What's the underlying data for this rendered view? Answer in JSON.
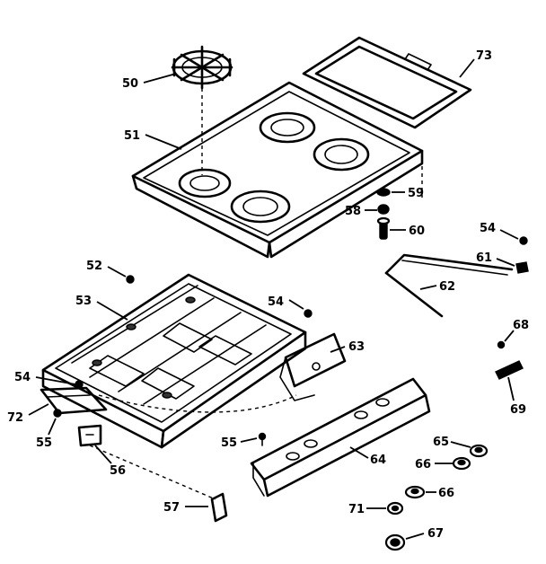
{
  "colors": {
    "ink": "#000000",
    "paper": "#ffffff"
  },
  "callouts": {
    "c50": "50",
    "c51": "51",
    "c73": "73",
    "c59": "59",
    "c58": "58",
    "c60": "60",
    "c54a": "54",
    "c61": "61",
    "c62": "62",
    "c52": "52",
    "c53": "53",
    "c54b": "54",
    "c63": "63",
    "c54c": "54",
    "c72": "72",
    "c55a": "55",
    "c56": "56",
    "c55b": "55",
    "c64": "64",
    "c68": "68",
    "c69": "69",
    "c65": "65",
    "c66a": "66",
    "c66b": "66",
    "c71": "71",
    "c67": "67",
    "c57": "57"
  }
}
